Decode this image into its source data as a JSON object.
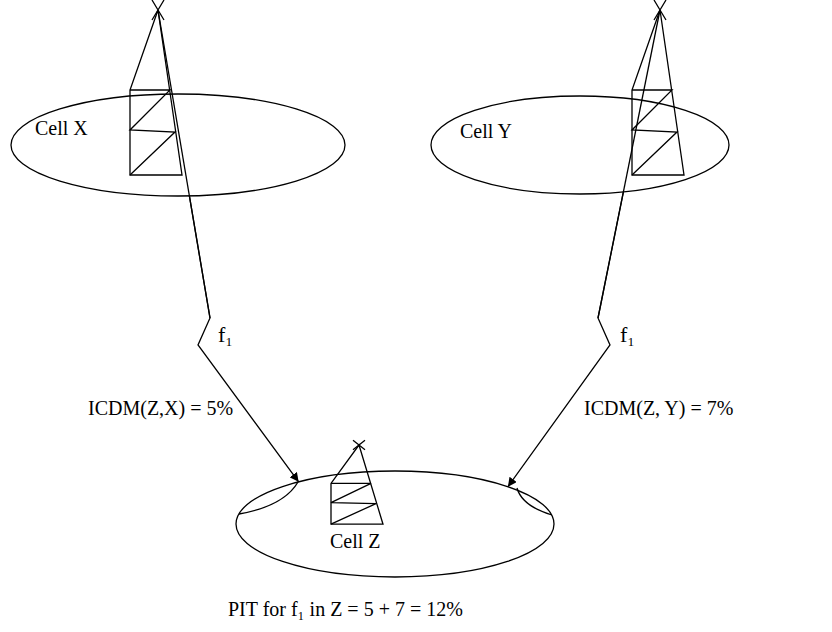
{
  "diagram": {
    "nodes": [
      {
        "text": [
          "Cell X"
        ]
      },
      {
        "text": [
          "Cell Y"
        ]
      },
      {
        "text": [
          "Cell Z"
        ]
      }
    ],
    "edges": [
      {
        "from": 0,
        "to": 2,
        "arrow": "to",
        "label": "f₁"
      },
      {
        "from": 1,
        "to": 2,
        "arrow": "to",
        "label": "f₁"
      }
    ],
    "labels": [
      "ICDM(Z,X) = 5%",
      "ICDM(Z, Y) = 7%",
      "PIT for f₁ in Z = 5 + 7 = 12%"
    ]
  }
}
